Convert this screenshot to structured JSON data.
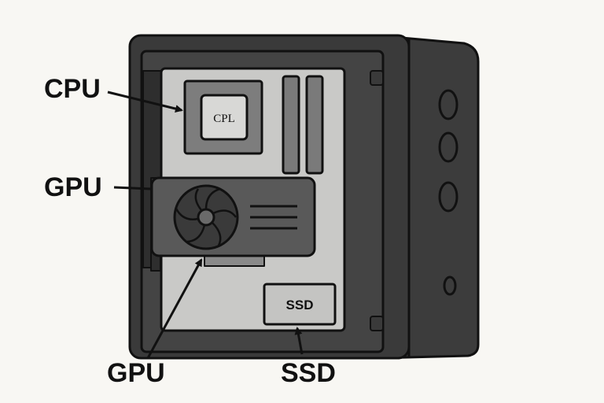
{
  "labels": {
    "cpu_left": "CPU",
    "gpu_left": "GPU",
    "gpu_bottom": "GPU",
    "ssd_bottom": "SSD"
  },
  "components": {
    "cpu_chip_text": "CPL",
    "ssd_text": "SSD"
  },
  "colors": {
    "background": "#f8f7f3",
    "case": "#3a3a3a",
    "motherboard": "#c9c9c7",
    "outline": "#111111"
  }
}
